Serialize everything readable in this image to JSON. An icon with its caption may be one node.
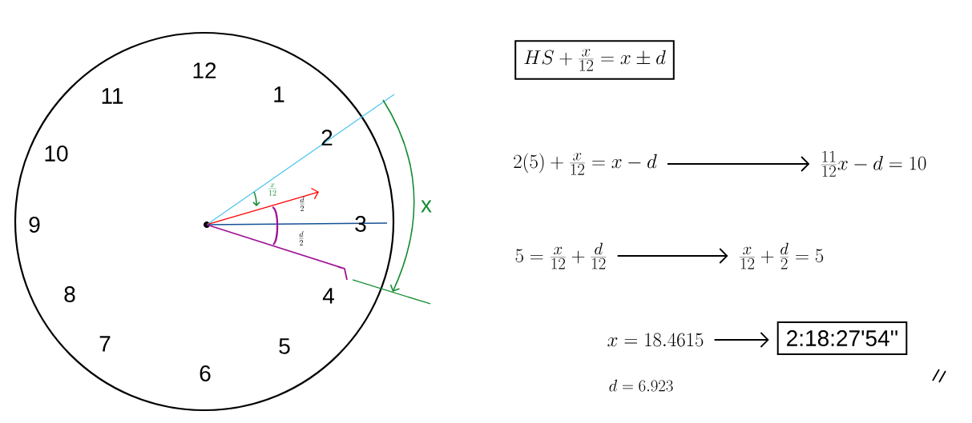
{
  "diagram": {
    "nodes": [
      {
        "text": [
          "HS + \\frac{x}{12} = x \\pm d"
        ]
      },
      {
        "text": [
          "2(5) + \\frac{x}{12} = x - d"
        ]
      },
      {
        "text": [
          "\\frac{11}{12}x - d = 10"
        ]
      },
      {
        "text": [
          "5 = \\frac{x}{12} + \\frac{d}{12}"
        ]
      },
      {
        "text": [
          "\\frac{x}{12} + \\frac{d}{2} = 5"
        ]
      },
      {
        "text": [
          "x = 18.4615"
        ]
      },
      {
        "text": [
          "2:18:27'54''"
        ]
      }
    ],
    "edges": [
      {
        "from": 1,
        "to": 2,
        "arrow": "to"
      },
      {
        "from": 3,
        "to": 4,
        "arrow": "to"
      },
      {
        "from": 5,
        "to": 6,
        "arrow": "to"
      }
    ],
    "labels": [
      "12",
      "11",
      "1",
      "10",
      "2",
      "9",
      "3",
      "8",
      "4",
      "7",
      "5",
      "6",
      "x",
      "\\frac{x}{12}",
      "\\frac{d}{2}",
      "\\frac{d}{2}",
      "d = 6.923"
    ]
  }
}
